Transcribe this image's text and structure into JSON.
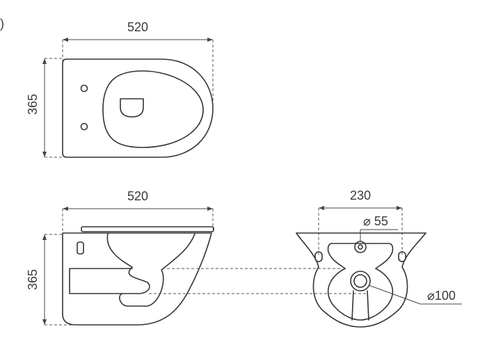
{
  "corner_label": ")",
  "top_view": {
    "width_label": "520",
    "depth_label": "365"
  },
  "side_view": {
    "width_label": "520",
    "height_label": "365"
  },
  "rear_view": {
    "spacing_label": "230",
    "inlet_label": "⌀ 55",
    "outlet_label": "⌀100"
  },
  "colors": {
    "line": "#333333",
    "background": "#ffffff"
  }
}
